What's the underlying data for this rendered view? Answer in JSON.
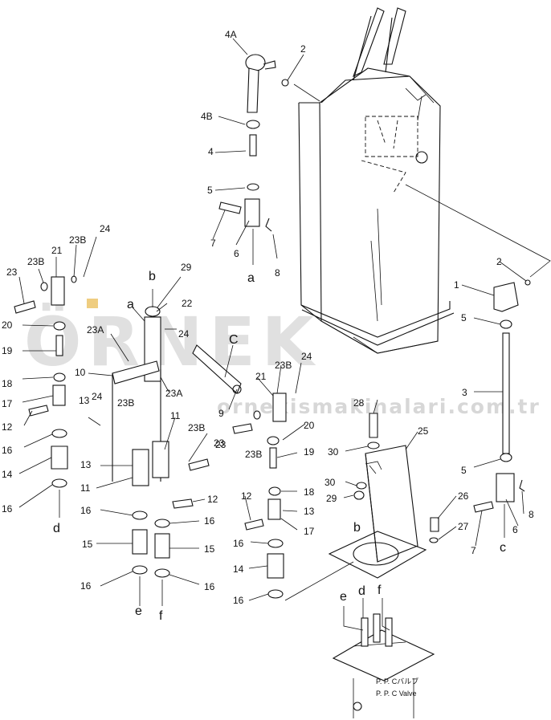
{
  "watermark": {
    "text": "ÖRNEK",
    "url": "ornekismakinalari.com.tr",
    "accent": "#e8b84a"
  },
  "valve_label": {
    "jp": "P. P. Cバルブ",
    "en": "P. P. C Valve"
  },
  "part_labels": [
    {
      "id": "4A",
      "text": "4A"
    },
    {
      "id": "2a",
      "text": "2"
    },
    {
      "id": "4B",
      "text": "4B"
    },
    {
      "id": "4",
      "text": "4"
    },
    {
      "id": "5a",
      "text": "5"
    },
    {
      "id": "7a",
      "text": "7"
    },
    {
      "id": "6a",
      "text": "6"
    },
    {
      "id": "8a",
      "text": "8"
    },
    {
      "id": "a1",
      "text": "a"
    },
    {
      "id": "21a",
      "text": "21"
    },
    {
      "id": "23Ba",
      "text": "23B"
    },
    {
      "id": "24a",
      "text": "24"
    },
    {
      "id": "23a",
      "text": "23"
    },
    {
      "id": "23Bb",
      "text": "23B"
    },
    {
      "id": "b1",
      "text": "b"
    },
    {
      "id": "29a",
      "text": "29"
    },
    {
      "id": "a2",
      "text": "a"
    },
    {
      "id": "22",
      "text": "22"
    },
    {
      "id": "20a",
      "text": "20"
    },
    {
      "id": "23Aa",
      "text": "23A"
    },
    {
      "id": "24b",
      "text": "24"
    },
    {
      "id": "c1",
      "text": "C"
    },
    {
      "id": "19a",
      "text": "19"
    },
    {
      "id": "10",
      "text": "10"
    },
    {
      "id": "23Ab",
      "text": "23A"
    },
    {
      "id": "18a",
      "text": "18"
    },
    {
      "id": "17a",
      "text": "17"
    },
    {
      "id": "13a",
      "text": "13"
    },
    {
      "id": "24c",
      "text": "24"
    },
    {
      "id": "23Bc",
      "text": "23B"
    },
    {
      "id": "11a",
      "text": "11"
    },
    {
      "id": "9",
      "text": "9"
    },
    {
      "id": "12a",
      "text": "12"
    },
    {
      "id": "16a",
      "text": "16"
    },
    {
      "id": "14a",
      "text": "14"
    },
    {
      "id": "16b",
      "text": "16"
    },
    {
      "id": "d1",
      "text": "d"
    },
    {
      "id": "13b",
      "text": "13"
    },
    {
      "id": "11b",
      "text": "11"
    },
    {
      "id": "23Bd",
      "text": "23B"
    },
    {
      "id": "23b",
      "text": "23"
    },
    {
      "id": "12b",
      "text": "12"
    },
    {
      "id": "16c",
      "text": "16"
    },
    {
      "id": "16d",
      "text": "16"
    },
    {
      "id": "15a",
      "text": "15"
    },
    {
      "id": "15b",
      "text": "15"
    },
    {
      "id": "16e",
      "text": "16"
    },
    {
      "id": "16f",
      "text": "16"
    },
    {
      "id": "e1",
      "text": "e"
    },
    {
      "id": "f1",
      "text": "f"
    },
    {
      "id": "21b",
      "text": "21"
    },
    {
      "id": "23Be",
      "text": "23B"
    },
    {
      "id": "24d",
      "text": "24"
    },
    {
      "id": "20b",
      "text": "20"
    },
    {
      "id": "23c",
      "text": "23"
    },
    {
      "id": "23Bf",
      "text": "23B"
    },
    {
      "id": "19b",
      "text": "19"
    },
    {
      "id": "18b",
      "text": "18"
    },
    {
      "id": "12c",
      "text": "12"
    },
    {
      "id": "13c",
      "text": "13"
    },
    {
      "id": "17b",
      "text": "17"
    },
    {
      "id": "16g",
      "text": "16"
    },
    {
      "id": "14b",
      "text": "14"
    },
    {
      "id": "16h",
      "text": "16"
    },
    {
      "id": "28",
      "text": "28"
    },
    {
      "id": "25",
      "text": "25"
    },
    {
      "id": "30a",
      "text": "30"
    },
    {
      "id": "30b",
      "text": "30"
    },
    {
      "id": "29b",
      "text": "29"
    },
    {
      "id": "b2",
      "text": "b"
    },
    {
      "id": "26",
      "text": "26"
    },
    {
      "id": "27",
      "text": "27"
    },
    {
      "id": "e2",
      "text": "e"
    },
    {
      "id": "d2",
      "text": "d"
    },
    {
      "id": "f2",
      "text": "f"
    },
    {
      "id": "2b",
      "text": "2"
    },
    {
      "id": "1",
      "text": "1"
    },
    {
      "id": "5b",
      "text": "5"
    },
    {
      "id": "3",
      "text": "3"
    },
    {
      "id": "5c",
      "text": "5"
    },
    {
      "id": "8b",
      "text": "8"
    },
    {
      "id": "7b",
      "text": "7"
    },
    {
      "id": "6b",
      "text": "6"
    },
    {
      "id": "c2",
      "text": "c"
    }
  ]
}
